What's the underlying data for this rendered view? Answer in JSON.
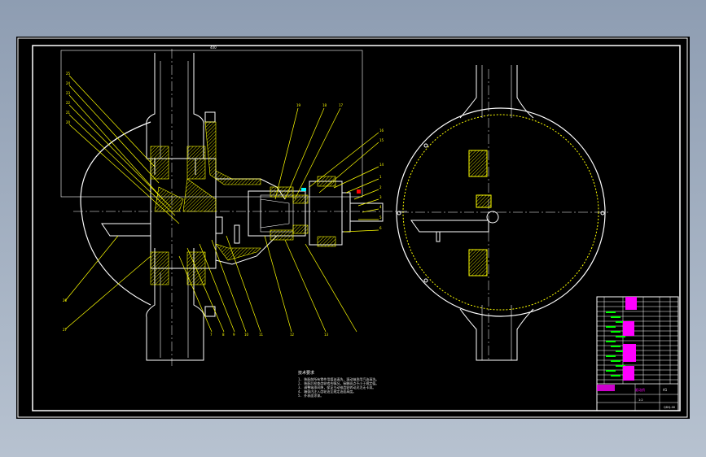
{
  "app": {
    "window_bg": "#000000",
    "colors": {
      "outline": "#ffffff",
      "leader": "#ffff00",
      "hatch": "#ffff00",
      "center": "#ffffff",
      "mark": "#ff00ff",
      "green": "#00ff00",
      "red": "#ff0000",
      "cyan": "#00ffff"
    }
  },
  "top_dimension": {
    "text": "400"
  },
  "leaders": {
    "left_top": [
      "25",
      "24",
      "23",
      "22",
      "21",
      "20"
    ],
    "right_top": [
      "19",
      "18",
      "17",
      "16",
      "15",
      "14"
    ],
    "right_side": [
      "1",
      "2",
      "3",
      "4",
      "5",
      "6"
    ],
    "left_bottom": [
      "26",
      "27"
    ],
    "bottom": [
      "7",
      "8",
      "9",
      "10",
      "11",
      "12",
      "13"
    ]
  },
  "notes": {
    "title": "技术要求",
    "lines": [
      "1. 装配前所有零件用煤油清洗，滚动轴承用汽油清洗。",
      "2. 装配后检查齿轮啮合情况，接触斑点不小于规定值。",
      "3. 调整轴承间隙，保证主动锥齿轮转动灵活无卡滞。",
      "4. 箱体内注入齿轮油至规定油面高度。",
      "5. 外表面涂漆。"
    ]
  },
  "title_block": {
    "drawing_name": "驱动桥",
    "company": "",
    "sheet": "A1",
    "scale": "1:2",
    "drawing_no": "QDQ-00"
  }
}
